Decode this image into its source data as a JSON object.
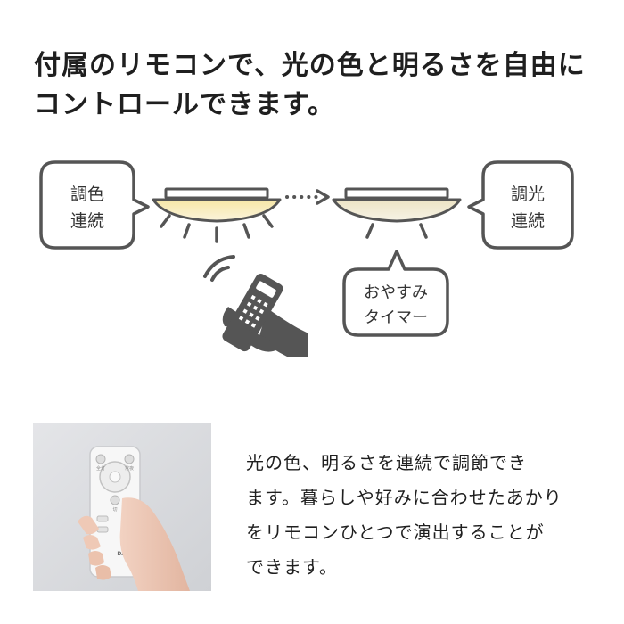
{
  "headline": {
    "line1": "付属のリモコンで、光の色と明るさを自由に",
    "line2": "コントロールできます。"
  },
  "diagram": {
    "bubble_left": [
      "調色",
      "連続"
    ],
    "bubble_right": [
      "調光",
      "連続"
    ],
    "bubble_bottom": [
      "おやすみ",
      "タイマー"
    ]
  },
  "photo": {
    "remote_buttons": [
      "全灯",
      "常夜",
      "切"
    ],
    "remote_brand": "DAIKO"
  },
  "description": {
    "lines": [
      "光の色、明るさを連続で調節でき",
      "ます。暮らしや好みに合わせたあかり",
      "をリモコンひとつで演出することが",
      "できます。"
    ]
  },
  "colors": {
    "text": "#1f1f1f",
    "outline": "#555555",
    "warm_glow": "#f3e2a8",
    "cool_glow": "#e9e3cf",
    "photo_bg": "#dcdde0"
  }
}
